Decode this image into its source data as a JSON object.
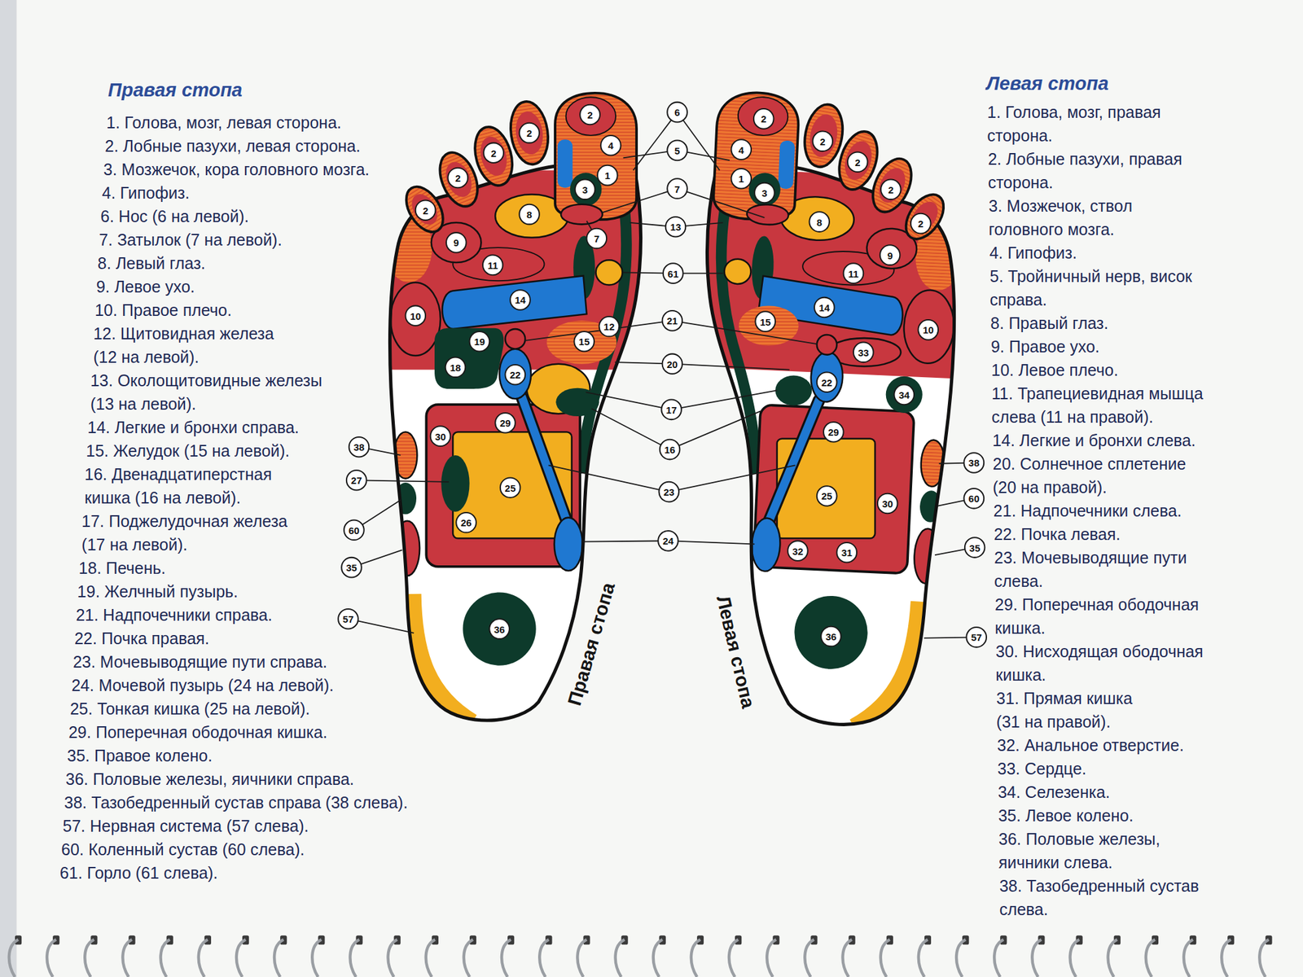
{
  "diagram": {
    "labels": [
      "Правая стопа",
      "1. Голова, мозг, левая сторона.",
      "2. Лобные пазухи, левая сторона.",
      "3. Мозжечок, кора головного мозга.",
      "4. Гипофиз.",
      "6. Нос (6 на левой).",
      "7. Затылок (7 на левой).",
      "8. Левый глаз.",
      "9. Левое ухо.",
      "10. Правое плечо.",
      "12. Щитовидная железа (12 на левой).",
      "13. Околощитовидные железы (13 на левой).",
      "14. Легкие и бронхи справа.",
      "15. Желудок (15 на левой).",
      "16. Двенадцатиперстная кишка (16 на левой).",
      "17. Поджелудочная железа (17 на левой).",
      "18. Печень.",
      "19. Желчный пузырь.",
      "21. Надпочечники справа.",
      "22. Почка правая.",
      "23. Мочевыводящие пути справа.",
      "24. Мочевой пузырь (24 на левой).",
      "25. Тонкая кишка (25 на левой).",
      "29. Поперечная ободочная кишка.",
      "35. Правое колено.",
      "36. Половые железы, яичники справа.",
      "38. Тазобедренный сустав справа (38 слева).",
      "57. Нервная система (57 слева).",
      "60. Коленный сустав (60 слева).",
      "61. Горло (61 слева).",
      "Левая стопа",
      "1. Голова, мозг, правая сторона.",
      "2. Лобные пазухи, правая сторона.",
      "3. Мозжечок, ствол головного мозга.",
      "4. Гипофиз.",
      "5. Тройничный нерв, висок справа.",
      "8. Правый глаз.",
      "9. Правое ухо.",
      "10. Левое плечо.",
      "11. Трапециевидная мышца слева (11 на правой).",
      "14. Легкие и бронхи слева.",
      "20. Солнечное сплетение (20 на правой).",
      "21. Надпочечники слева.",
      "22. Почка левая.",
      "23. Мочевыводящие пути слева.",
      "29. Поперечная ободочная кишка.",
      "30. Нисходящая ободочная кишка.",
      "31. Прямая кишка (31 на правой).",
      "32. Анальное отверстие.",
      "33. Сердце.",
      "34. Селезенка.",
      "35. Левое колено.",
      "36. Половые железы, яичники слева.",
      "38. Тазобедренный сустав слева.",
      "Правая стопа",
      "Левая стопа",
      "2",
      "2",
      "4",
      "2",
      "1",
      "2",
      "3",
      "2",
      "8",
      "7",
      "9",
      "11",
      "14",
      "10",
      "12",
      "19",
      "15",
      "18",
      "22",
      "29",
      "30",
      "38",
      "27",
      "25",
      "26",
      "60",
      "35",
      "57",
      "36",
      "6",
      "5",
      "7",
      "13",
      "61",
      "21",
      "20",
      "17",
      "16",
      "23",
      "24",
      "2",
      "2",
      "4",
      "2",
      "1",
      "2",
      "3",
      "8",
      "2",
      "9",
      "11",
      "14",
      "15",
      "10",
      "33",
      "22",
      "34",
      "29",
      "38",
      "25",
      "60",
      "30",
      "35",
      "32",
      "31",
      "36",
      "57"
    ]
  }
}
